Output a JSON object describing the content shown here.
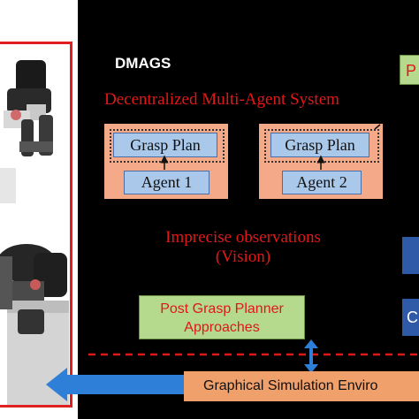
{
  "diagram": {
    "title": "DMAGS",
    "subtitle": "Decentralized Multi-Agent System",
    "agents": [
      {
        "grasp_label": "Grasp Plan",
        "agent_label": "Agent 1"
      },
      {
        "grasp_label": "Grasp Plan",
        "agent_label": "Agent 2"
      }
    ],
    "observations": {
      "line1": "Imprecise observations",
      "line2": "(Vision)"
    },
    "post_grasp": {
      "line1": "Post Grasp Planner",
      "line2": "Approaches"
    },
    "simulation_label": "Graphical Simulation Enviro",
    "right_partial": {
      "p_label": "P",
      "c_label": "C"
    },
    "colors": {
      "background": "#000000",
      "accent_red": "#e01818",
      "agent_fill": "#f4a988",
      "plan_fill": "#a9c8ea",
      "post_fill": "#b5d98d",
      "sim_fill": "#f0a06a",
      "arrow_blue": "#2e7fd8"
    }
  }
}
